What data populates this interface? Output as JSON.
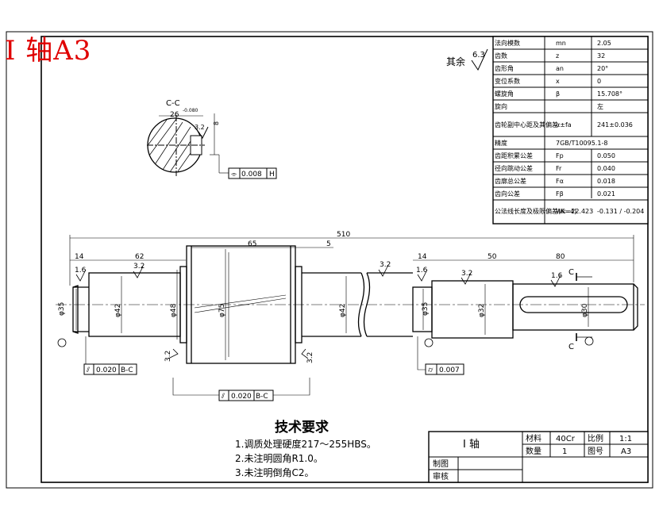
{
  "header": {
    "part_title": "I 轴A3",
    "surface_rest": "其余",
    "surface_rest_value": "6.3"
  },
  "param_table": [
    [
      "法向模数",
      "mn",
      "2.05"
    ],
    [
      "齿数",
      "z",
      "32"
    ],
    [
      "齿形角",
      "an",
      "20°"
    ],
    [
      "变位系数",
      "x",
      "0"
    ],
    [
      "螺旋角",
      "β",
      "15.708°"
    ],
    [
      "旋向",
      "",
      "左"
    ],
    [
      "齿轮副中心距及其偏差",
      "α±fa",
      "241±0.036"
    ],
    [
      "精度",
      "7GB/T10095.1-8",
      ""
    ],
    [
      "齿距积累公差",
      "Fp",
      "0.050"
    ],
    [
      "径向跳动公差",
      "Fr",
      "0.040"
    ],
    [
      "齿廓总公差",
      "Fα",
      "0.018"
    ],
    [
      "齿向公差",
      "Fβ",
      "0.021"
    ],
    [
      "公法线长度及极限偏差(K=4)",
      "Wk=22.423",
      "-0.131 / -0.204"
    ]
  ],
  "section": {
    "label": "C-C",
    "width": "26",
    "tol": "-0.080",
    "rough": "3.2",
    "depth": "8 ",
    "key_tol_sym": "⌯",
    "key_tol_val": "0.008",
    "key_tol_ref": "H"
  },
  "dims": {
    "overall": "510",
    "gear_len": "65",
    "gap": "5",
    "left_step": "14",
    "left_len": "62",
    "right_step": "14",
    "right_len": "50",
    "end_len": "80",
    "d_left": "φ35",
    "d42a": "φ42",
    "d48": "φ48",
    "d75": "φ75",
    "d42b": "φ42",
    "d35r": "φ35",
    "d32": "φ32",
    "d30": "φ30",
    "r16a": "1.6",
    "r32a": "3.2",
    "r32b": "3.2",
    "r16b": "1.6",
    "r32c": "3.2",
    "r16c": "1.6",
    "r32d": "3.2",
    "r32e": "3.2",
    "ra12": "3.2",
    "c": "C"
  },
  "tolerances": {
    "runout1_sym": "⫽",
    "runout1_val": "0.020",
    "runout1_ref": "B-C",
    "runout2_sym": "⫽",
    "runout2_val": "0.020",
    "runout2_ref": "B-C",
    "cyl_sym": "⌭",
    "cyl_val": "0.007"
  },
  "tech_req": {
    "title": "技术要求",
    "items": [
      "1.调质处理硬度217～255HBS。",
      "2.未注明圆角R1.0。",
      "3.未注明倒角C2。"
    ]
  },
  "title_block": {
    "name": "I 轴",
    "material_label": "材料",
    "material": "40Cr",
    "scale_label": "比例",
    "scale": "1:1",
    "qty_label": "数量",
    "qty": "1",
    "sheet_label": "图号",
    "sheet": "A3",
    "drawn_label": "制图",
    "check_label": "审核"
  },
  "colors": {
    "title_red": "#e00000",
    "line": "#000000"
  }
}
